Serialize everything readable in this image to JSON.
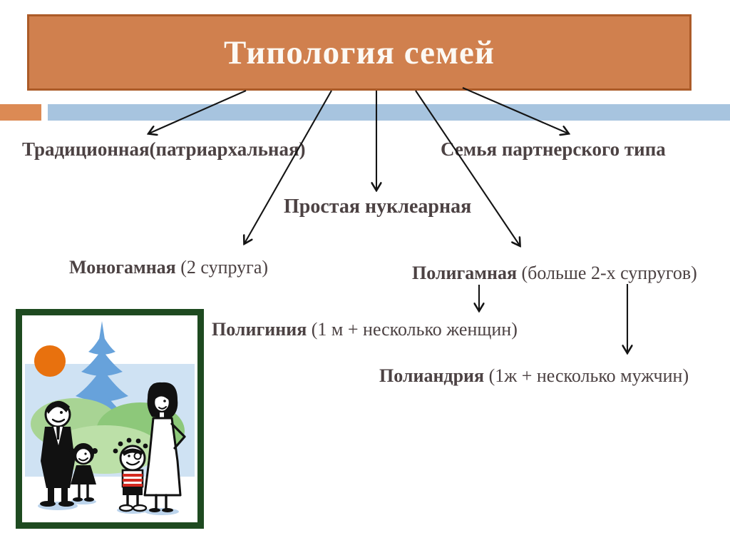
{
  "title": {
    "text": "Типология семей"
  },
  "nodes": {
    "traditional": {
      "text": "Традиционная(патриархальная)"
    },
    "partner": {
      "text": "Семья партнерского типа"
    },
    "nuclear": {
      "text": "Простая нуклеарная"
    },
    "monogamous": {
      "bold": "Моногамная",
      "rest": " (2 супруга)"
    },
    "polygamous": {
      "bold": "Полигамная",
      "rest": " (больше 2-х супругов)"
    },
    "polygyny": {
      "bold": "Полигиния",
      "rest": " (1 м + несколько женщин)"
    },
    "polyandry": {
      "bold": "Полиандрия",
      "rest": " (1ж + несколько мужчин)"
    }
  },
  "colors": {
    "title_fill": "#D0804E",
    "title_border": "#AC5B28",
    "stripe_orange": "#DC8A54",
    "stripe_blue": "#A7C4DF",
    "label_text": "#4C4243",
    "arrow": "#141414",
    "frame_green": "#1E4A20",
    "sun_orange": "#E8710E",
    "tree_blue": "#67A2DB"
  },
  "illustration": {
    "name": "cartoon-family-picture",
    "elements": [
      "sun",
      "pagoda-tree",
      "bushes",
      "father",
      "daughter",
      "son",
      "mother"
    ]
  }
}
